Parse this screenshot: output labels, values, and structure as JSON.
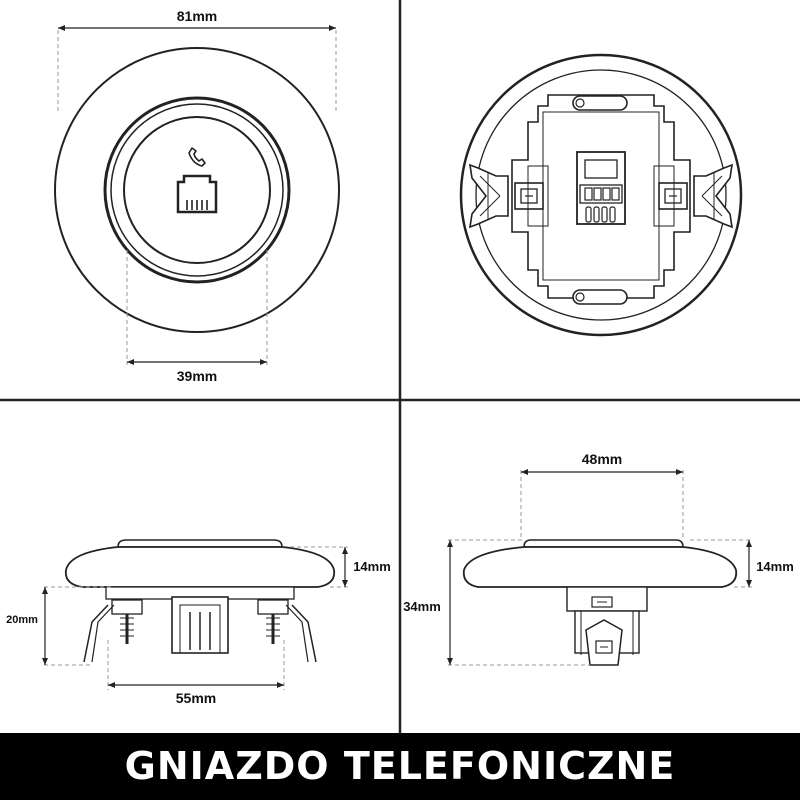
{
  "panels": {
    "front": {
      "outer_diameter": "81mm",
      "inner_diameter": "39mm",
      "phone_icon": "handset-icon",
      "jack_icon": "rj-jack-icon"
    },
    "back": {},
    "side": {
      "height_cover": "14mm",
      "height_base": "20mm",
      "base_width": "55mm"
    },
    "profile": {
      "top_width": "48mm",
      "height_cover": "14mm",
      "total_height": "34mm"
    }
  },
  "banner": {
    "title": "GNIAZDO TELEFONICZNE"
  },
  "colors": {
    "line": "#222222",
    "dash": "#999999",
    "banner_bg": "#000000",
    "banner_text": "#ffffff"
  }
}
